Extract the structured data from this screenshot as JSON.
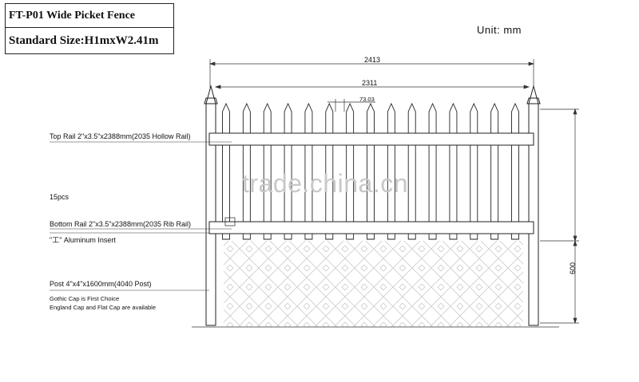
{
  "header": {
    "model_title": "FT-P01 Wide Picket Fence",
    "standard_size": "Standard Size:H1mxW2.41m",
    "unit": "Unit: mm"
  },
  "dimensions": {
    "overall_width": "2413",
    "inner_width": "2311",
    "picket_gap": "73.03",
    "below_ground": "600"
  },
  "labels": {
    "top_rail": "Top Rail 2\"x3.5\"x2388mm(2035 Hollow Rail)",
    "picket_count": "15pcs",
    "bottom_rail": "Bottom Rail 2\"x3.5\"x2388mm(2035 Rib Rail)",
    "insert": "\"工\" Aluminum Insert",
    "post": "Post 4\"x4\"x1600mm(4040 Post)",
    "cap_note_1": "Gothic Cap is First Choice",
    "cap_note_2": "England Cap and Flat Cap are available"
  },
  "watermark": "trade.china.cn",
  "picket_count_drawn": 15
}
